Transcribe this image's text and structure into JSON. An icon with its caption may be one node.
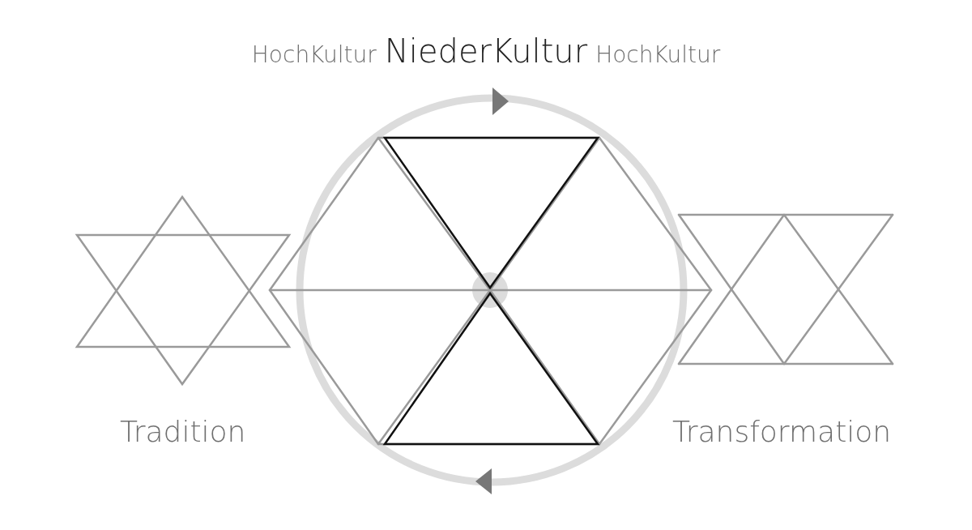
{
  "diagram": {
    "labels": [
      "HochKultur",
      "NiederKultur",
      "HochKultur",
      "Tradition",
      "Transformation"
    ]
  }
}
